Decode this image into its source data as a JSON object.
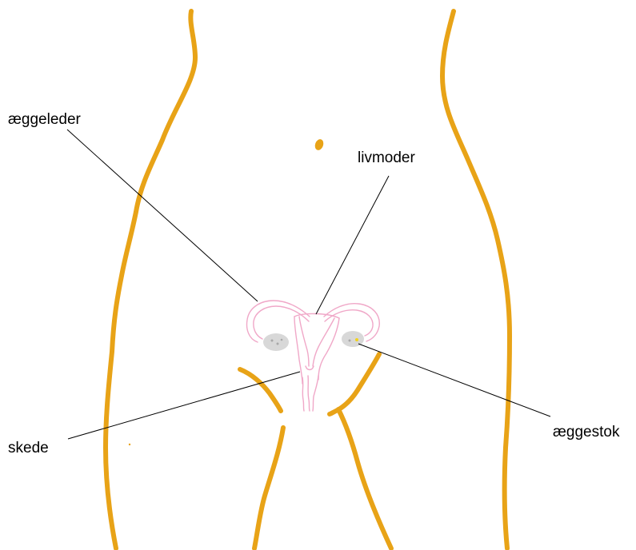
{
  "labels": {
    "fallopian_tube": "æggeleder",
    "uterus": "livmoder",
    "vagina": "skede",
    "ovary": "æggestok"
  },
  "colors": {
    "body_outline": "#e8a317",
    "organ_outline": "#f0a8c8",
    "ovary_fill": "#d8d8d8",
    "ovary_dots": "#a8a8a8",
    "ovary_highlight": "#f2d21c",
    "leader_line": "#000000"
  }
}
